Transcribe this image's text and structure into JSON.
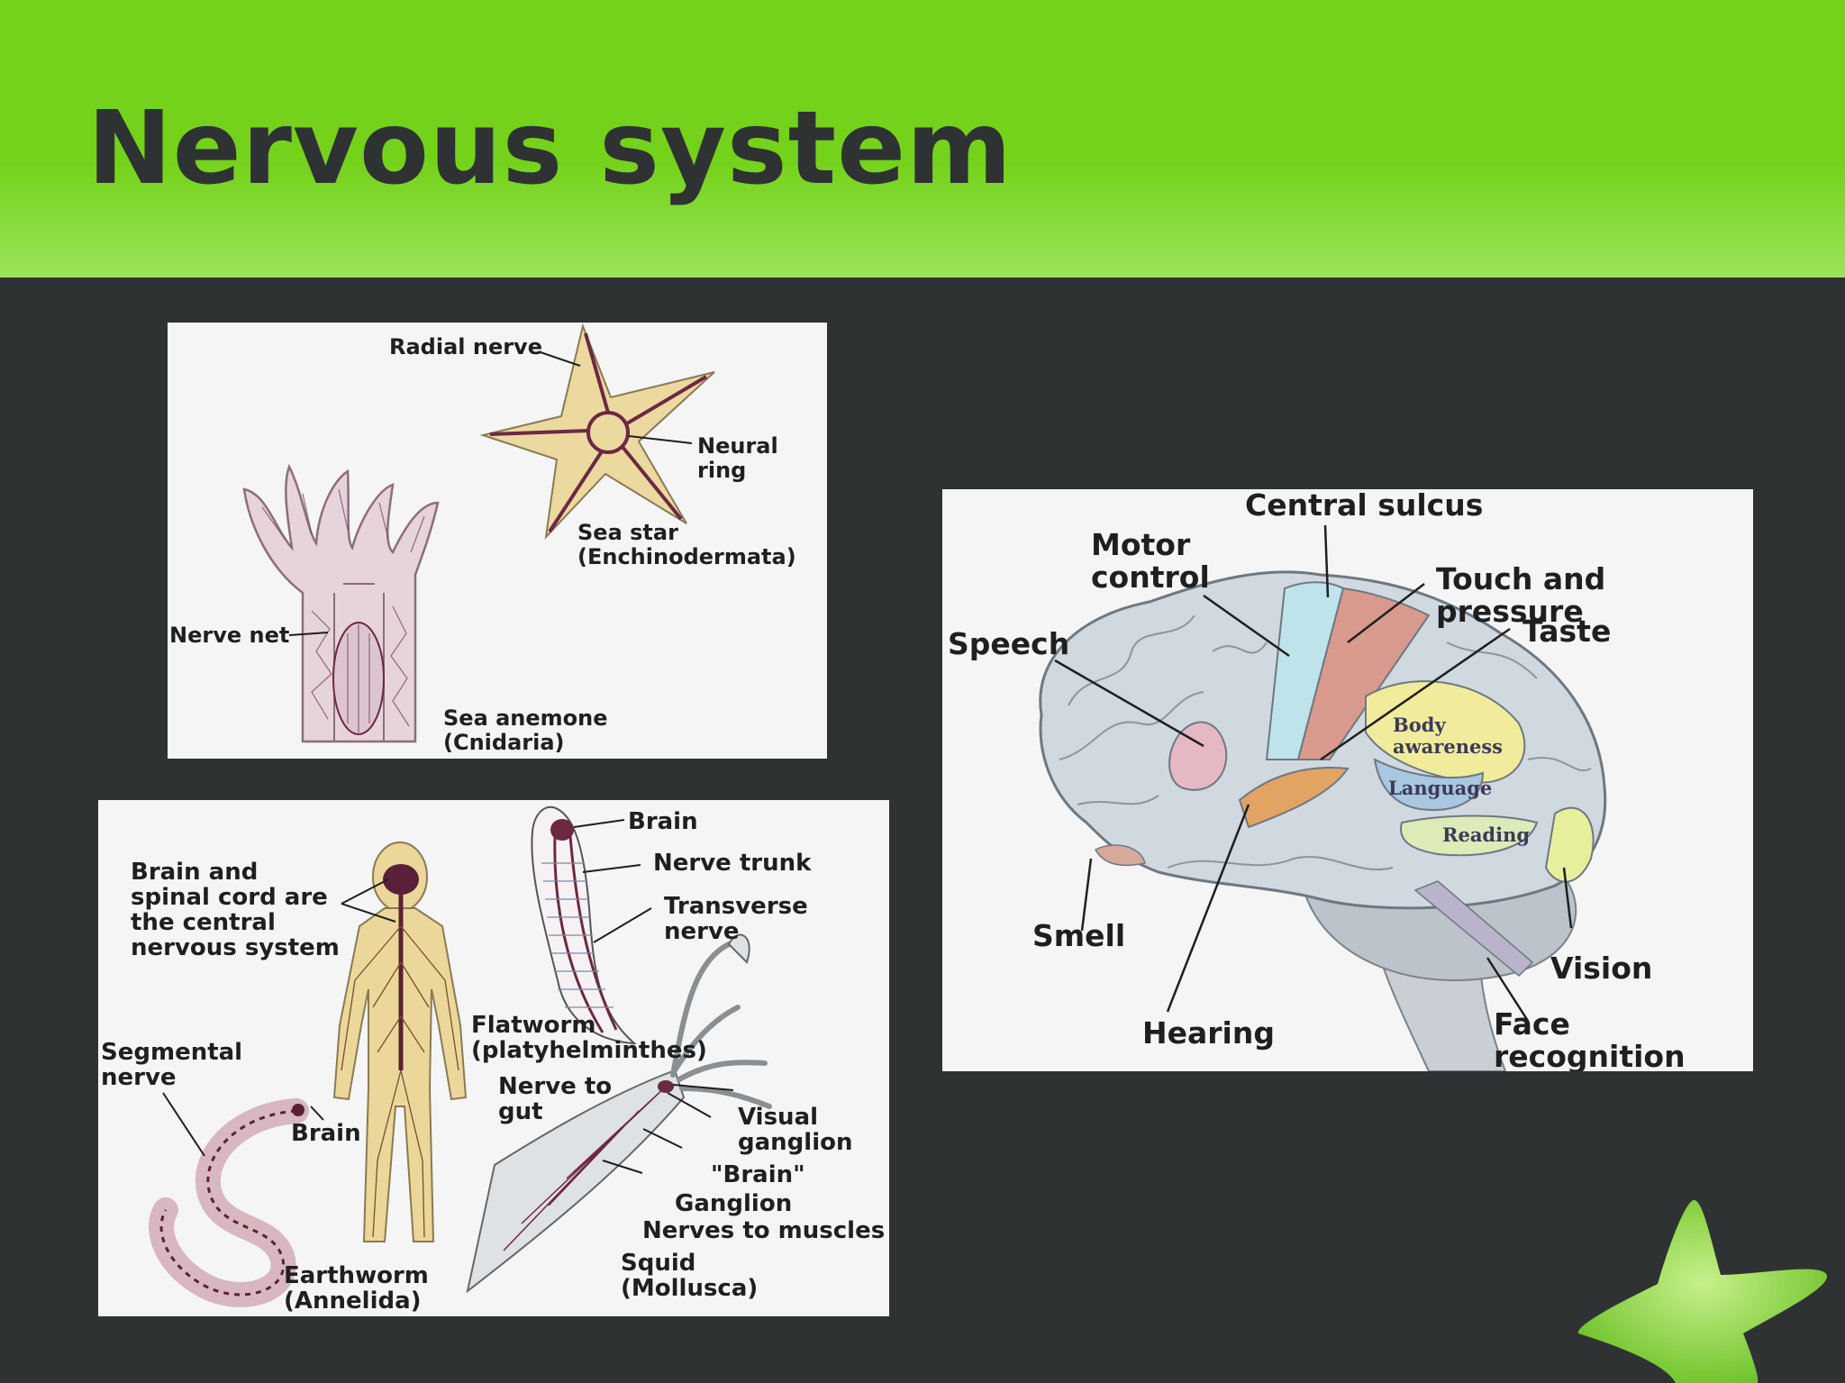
{
  "slide": {
    "title": "Nervous system"
  },
  "figure_cnidaria_echinoderm": {
    "labels": {
      "radial_nerve": "Radial nerve",
      "neural_ring": "Neural ring",
      "sea_star": "Sea star\n(Enchinodermata)",
      "nerve_net": "Nerve net",
      "sea_anemone": "Sea  anemone\n(Cnidaria)"
    }
  },
  "figure_bilaterians": {
    "labels": {
      "brain_spinal_cord": "Brain and\nspinal cord are\nthe central\nnervous system",
      "flatworm_brain": "Brain",
      "nerve_trunk": "Nerve trunk",
      "transverse_nerve": "Transverse\nnerve",
      "flatworm": "Flatworm\n(platyhelminthes)",
      "segmental_nerve": "Segmental\nnerve",
      "earthworm_brain": "Brain",
      "nerve_to_gut": "Nerve to\ngut",
      "visual_ganglion": "Visual\nganglion",
      "squid_brain": "\"Brain\"",
      "ganglion": "Ganglion",
      "nerves_to_muscles": "Nerves to muscles",
      "earthworm": "Earthworm\n(Annelida)",
      "squid": "Squid\n(Mollusca)"
    }
  },
  "figure_brain": {
    "labels": {
      "central_sulcus": "Central sulcus",
      "motor_control": "Motor\ncontrol",
      "touch_pressure": "Touch and pressure",
      "speech": "Speech",
      "taste": "Taste",
      "body_awareness": "Body\nawareness",
      "language": "Language",
      "reading": "Reading",
      "smell": "Smell",
      "vision": "Vision",
      "hearing": "Hearing",
      "face_recognition": "Face recognition"
    },
    "region_colors": {
      "motor": "#bfe3ea",
      "touch": "#d99a8e",
      "speech": "#e5b9c3",
      "hearing": "#e2a363",
      "body_awareness": "#f1ec9c",
      "language": "#a9c7e0",
      "reading": "#dcebb8",
      "vision": "#e8ef9c"
    }
  },
  "theme": {
    "header_green": "#74d21a",
    "background": "#2f3233",
    "title_color": "#2f3233",
    "star_green": "#8fd64a"
  }
}
